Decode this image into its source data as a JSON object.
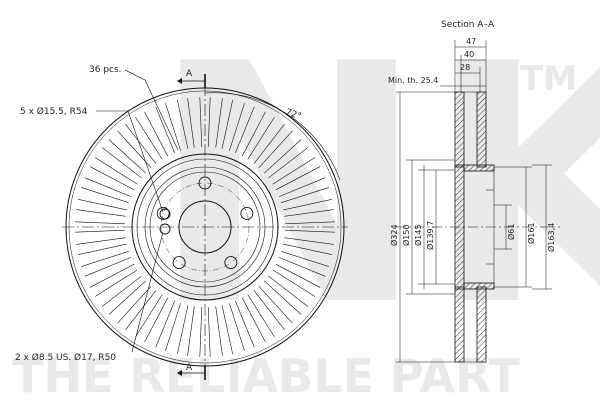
{
  "watermark": {
    "logo_text": "NK",
    "tm": "TM",
    "tagline": "THE RELIABLE PART"
  },
  "front_view": {
    "vanes_label": "36 pcs.",
    "holes_label": "5 x Ø15.5, R54",
    "pins_label": "2 x Ø8.5 US. Ø17, R50",
    "angle_label": "72°",
    "section_mark": "A"
  },
  "section_view": {
    "title": "Section A–A",
    "min_thickness_label": "Min. th. 25.4",
    "dims_top": [
      "47",
      "40",
      "28"
    ],
    "diameters": [
      "Ø324",
      "Ø150",
      "Ø145",
      "Ø139,7",
      "Ø61",
      "Ø161",
      "Ø163,4"
    ]
  },
  "colors": {
    "line": "#111111",
    "hatch": "#333333",
    "watermark": "#e9e9e9"
  }
}
